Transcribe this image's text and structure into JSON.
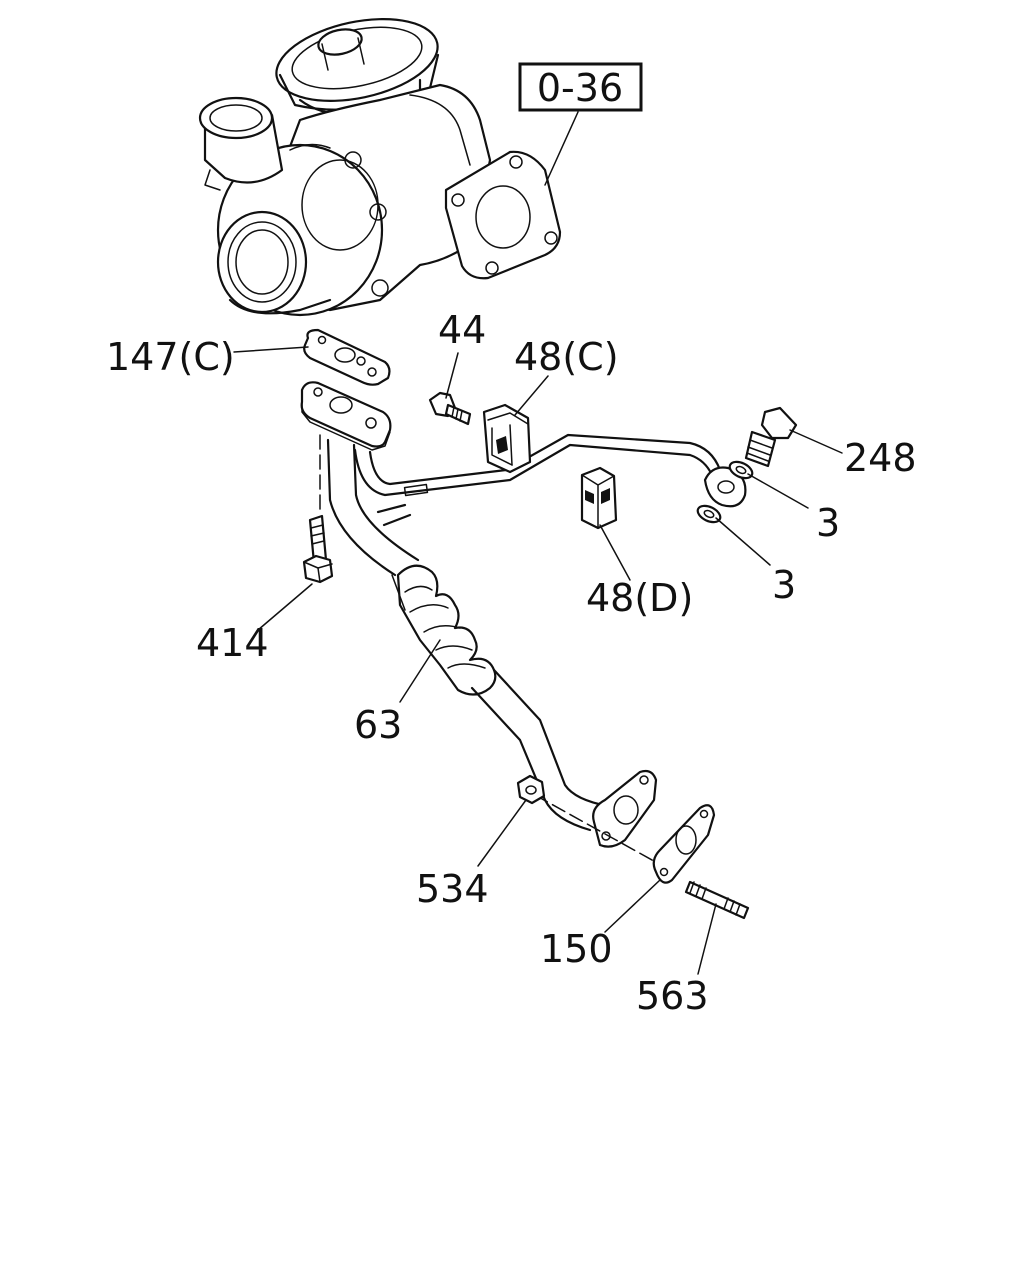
{
  "reference_box": "0-36",
  "callouts": {
    "c147": "147(C)",
    "c44": "44",
    "c48c": "48(C)",
    "c248": "248",
    "c3a": "3",
    "c3b": "3",
    "c48d": "48(D)",
    "c414": "414",
    "c63": "63",
    "c534": "534",
    "c150": "150",
    "c563": "563"
  }
}
